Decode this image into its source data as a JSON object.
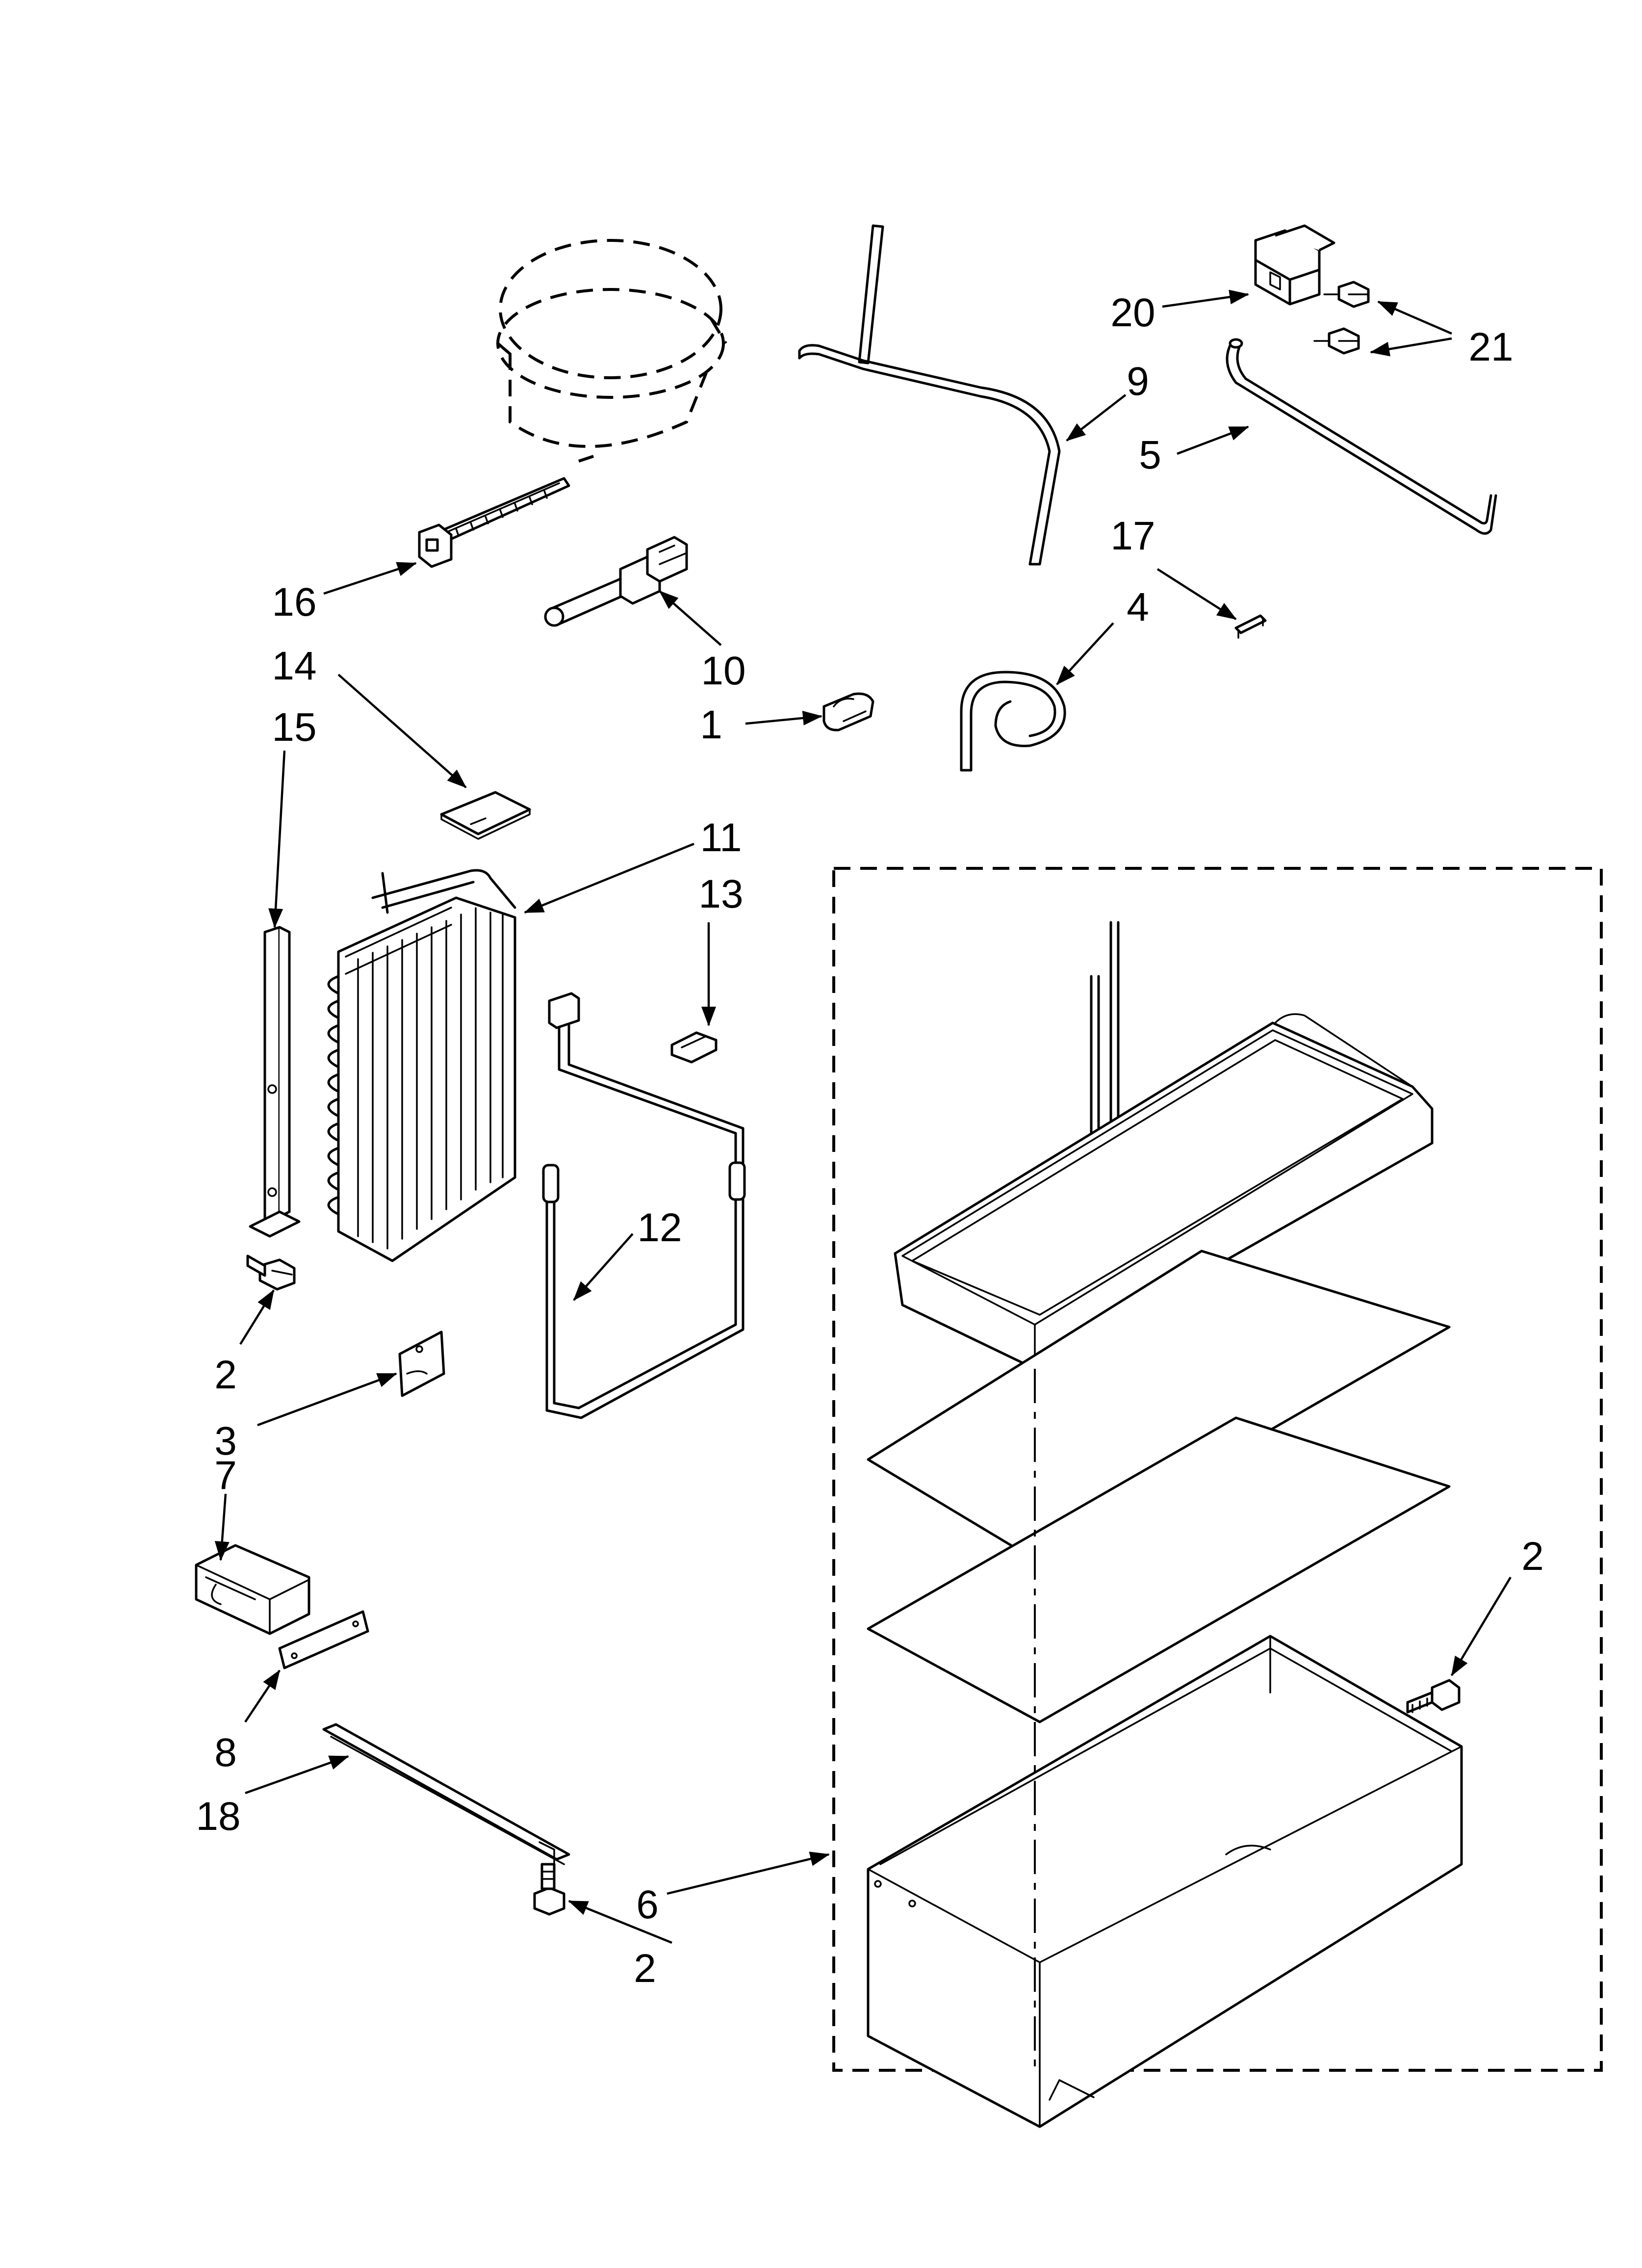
{
  "callouts": {
    "c20": "20",
    "c21": "21",
    "c9": "9",
    "c5": "5",
    "c17": "17",
    "c4": "4",
    "c16": "16",
    "c10": "10",
    "c14": "14",
    "c15": "15",
    "c1": "1",
    "c11": "11",
    "c13": "13",
    "c12": "12",
    "c2_left": "2",
    "c3": "3",
    "c7": "7",
    "c8": "8",
    "c18": "18",
    "c6": "6",
    "c2_bottom": "2",
    "c2_right": "2"
  }
}
